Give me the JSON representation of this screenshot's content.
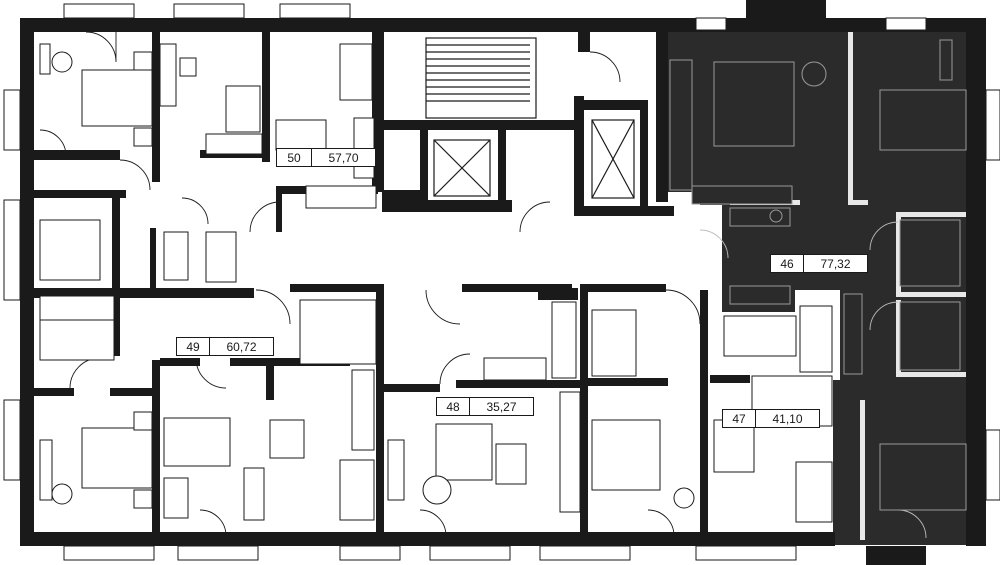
{
  "colors": {
    "wall": "#1a1a1a",
    "selected_unit": "#2b2b2b",
    "background": "#ffffff"
  },
  "units": [
    {
      "number": "50",
      "area": "57,70"
    },
    {
      "number": "46",
      "area": "77,32"
    },
    {
      "number": "49",
      "area": "60,72"
    },
    {
      "number": "48",
      "area": "35,27"
    },
    {
      "number": "47",
      "area": "41,10"
    }
  ]
}
